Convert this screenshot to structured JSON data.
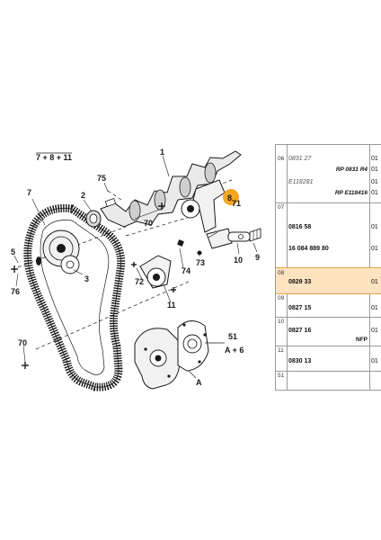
{
  "diagram": {
    "labels": {
      "group_ref": "7 + 8 + 11",
      "l1": "1",
      "l2": "2",
      "l3": "3",
      "l5": "5",
      "l7": "7",
      "l8": "8",
      "l9": "9",
      "l10": "10",
      "l11": "11",
      "l51_top": "51",
      "l51_bottom": "A + 6",
      "l70a": "70",
      "l70b": "70",
      "l71": "71",
      "l72": "72",
      "l73": "73",
      "l74": "74",
      "l75": "75",
      "l76": "76",
      "lA": "A"
    },
    "highlight_color": "#f5a623"
  },
  "reference_table": {
    "groups": [
      {
        "id": "06",
        "rows": [
          {
            "ref": "0831 27",
            "style": "italic",
            "note": "",
            "qty": "01"
          },
          {
            "ref": "",
            "note": "RP 0831 R4",
            "qty": "01"
          },
          {
            "ref": "E118281",
            "style": "italic",
            "note": "",
            "qty": "01"
          },
          {
            "ref": "",
            "note": "RP E118416",
            "qty": "01"
          }
        ]
      },
      {
        "id": "07",
        "rows": [
          {
            "ref": "0816 58",
            "note": "",
            "qty": "01"
          },
          {
            "ref": "16 084 889 80",
            "note": "",
            "qty": "01"
          }
        ]
      },
      {
        "id": "08",
        "selected": true,
        "rows": [
          {
            "ref": "0829 33",
            "note": "",
            "qty": "01"
          }
        ]
      },
      {
        "id": "09",
        "rows": [
          {
            "ref": "0827 15",
            "note": "",
            "qty": "01"
          }
        ]
      },
      {
        "id": "10",
        "rows": [
          {
            "ref": "0827 16",
            "note": "NFP",
            "qty": "01"
          }
        ]
      },
      {
        "id": "11",
        "rows": [
          {
            "ref": "0830 13",
            "note": "",
            "qty": "01"
          }
        ]
      },
      {
        "id": "51",
        "rows": []
      }
    ]
  }
}
